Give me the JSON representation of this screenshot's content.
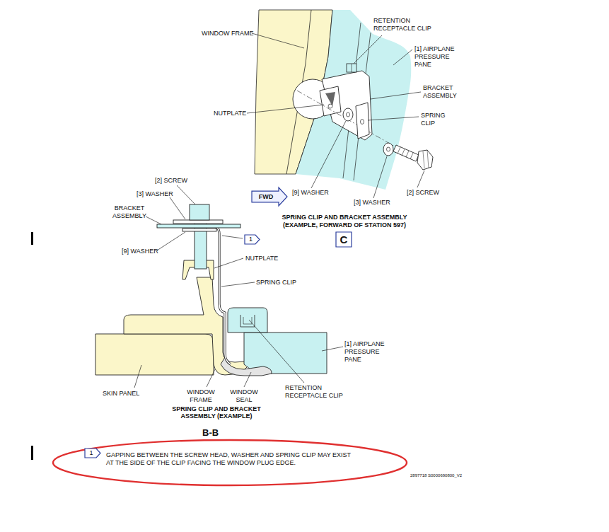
{
  "diagram": {
    "nodes": [
      {
        "text": [
          "FWD"
        ]
      },
      {
        "text": [
          "1"
        ]
      },
      {
        "text": [
          "C"
        ]
      },
      {
        "text": [
          "1"
        ]
      }
    ],
    "labels": [
      "WINDOW FRAME",
      "RETENTION RECEPTACLE CLIP",
      "[1] AIRPLANE PRESSURE PANE",
      "BRACKET ASSEMBLY",
      "NUTPLATE",
      "SPRING CLIP",
      "[9] WASHER",
      "[3] WASHER",
      "[2] SCREW",
      "SPRING CLIP AND BRACKET ASSEMBLY (EXAMPLE, FORWARD OF STATION 597)",
      "[2] SCREW",
      "[3] WASHER",
      "BRACKET ASSEMBLY",
      "[9] WASHER",
      "NUTPLATE",
      "SPRING CLIP",
      "[1] AIRPLANE PRESSURE PANE",
      "SKIN PANEL",
      "WINDOW FRAME",
      "WINDOW SEAL",
      "RETENTION RECEPTACLE CLIP",
      "SPRING CLIP AND BRACKET ASSEMBLY (EXAMPLE)",
      "B-B",
      "GAPPING BETWEEN THE SCREW HEAD, WASHER AND SPRING CLIP MAY EXIST AT THE SIDE OF THE CLIP FACING THE WINDOW PLUG EDGE.",
      "2897718 S0000690800_V2"
    ]
  }
}
